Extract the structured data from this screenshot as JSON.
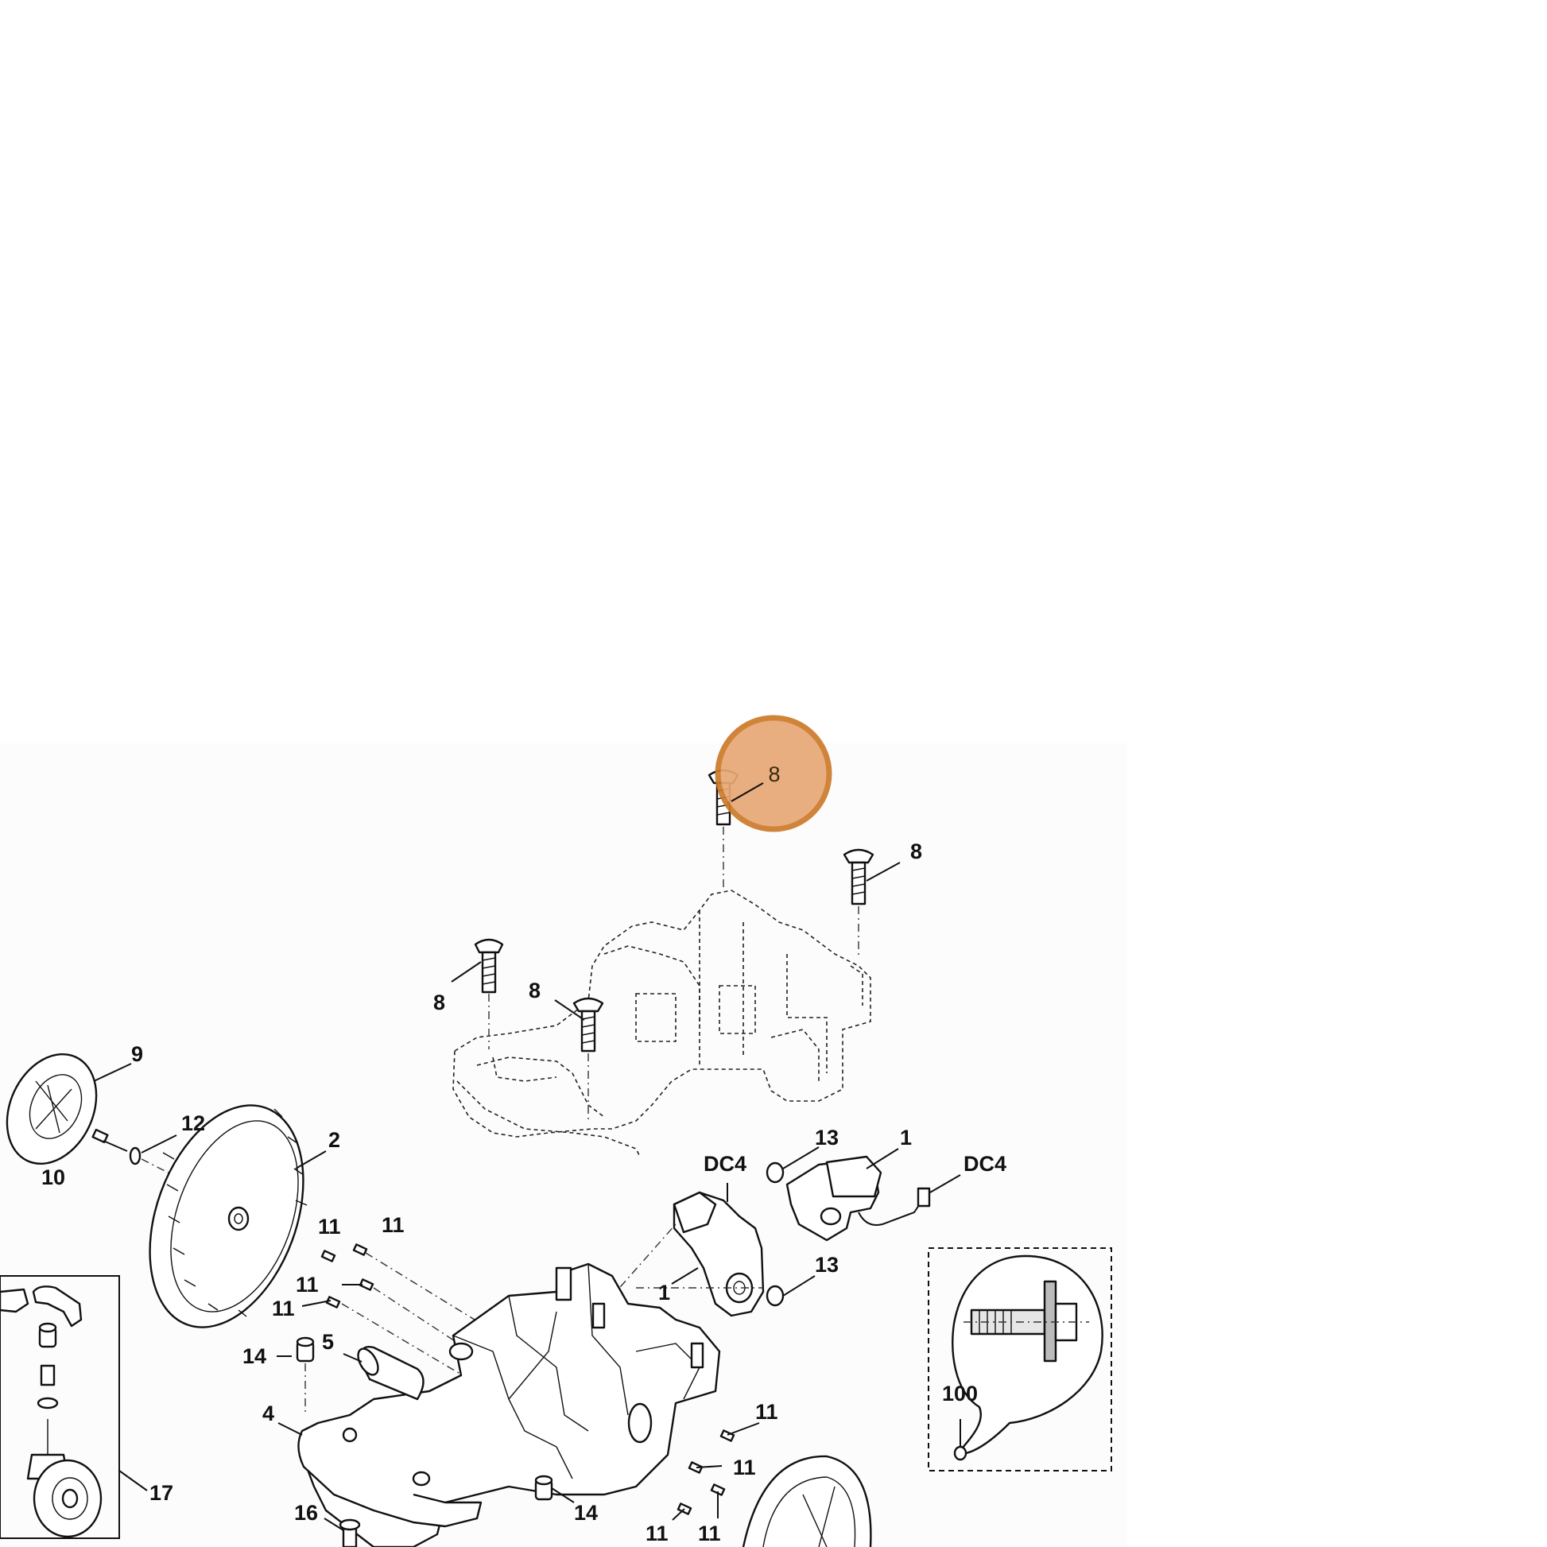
{
  "highlight": {
    "label": "8",
    "color": "#e8a875",
    "ring_color": "#cc7a2a"
  },
  "callouts": [
    {
      "id": "8-top",
      "text": "8"
    },
    {
      "id": "8-right",
      "text": "8"
    },
    {
      "id": "8-left",
      "text": "8"
    },
    {
      "id": "8-mid",
      "text": "8"
    },
    {
      "id": "9",
      "text": "9"
    },
    {
      "id": "12",
      "text": "12"
    },
    {
      "id": "10",
      "text": "10"
    },
    {
      "id": "2",
      "text": "2"
    },
    {
      "id": "DC4-a",
      "text": "DC4"
    },
    {
      "id": "13-a",
      "text": "13"
    },
    {
      "id": "1-a",
      "text": "1"
    },
    {
      "id": "DC4-b",
      "text": "DC4"
    },
    {
      "id": "11-a",
      "text": "11"
    },
    {
      "id": "11-b",
      "text": "11"
    },
    {
      "id": "11-c",
      "text": "11"
    },
    {
      "id": "11-d",
      "text": "11"
    },
    {
      "id": "1-b",
      "text": "1"
    },
    {
      "id": "13-b",
      "text": "13"
    },
    {
      "id": "14-a",
      "text": "14"
    },
    {
      "id": "5",
      "text": "5"
    },
    {
      "id": "4",
      "text": "4"
    },
    {
      "id": "100",
      "text": "100"
    },
    {
      "id": "11-e",
      "text": "11"
    },
    {
      "id": "11-f",
      "text": "11"
    },
    {
      "id": "17",
      "text": "17"
    },
    {
      "id": "16",
      "text": "16"
    },
    {
      "id": "14-b",
      "text": "14"
    },
    {
      "id": "11-g",
      "text": "11"
    },
    {
      "id": "11-h",
      "text": "11"
    }
  ]
}
